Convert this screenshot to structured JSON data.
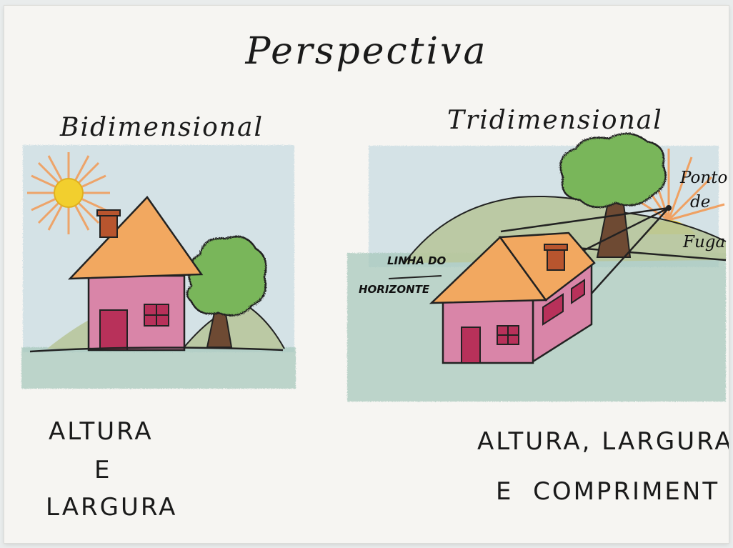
{
  "title": "Perspectiva",
  "left_panel": {
    "heading": "Bidimensional",
    "caption_lines": [
      "ALTURA",
      "E",
      "LARGURA"
    ]
  },
  "right_panel": {
    "heading": "Tridimensional",
    "horizon_label_lines": [
      "LINHA DO",
      "HORIZONTE"
    ],
    "vanishing_label_lines": [
      "Ponto",
      "de",
      "Fuga"
    ],
    "caption_lines": [
      "ALTURA, LARGURA",
      "E  COMPRIMENT"
    ]
  },
  "colors": {
    "paper": "#f6f5f2",
    "sky": "#b9d4de",
    "grass": "#a9c9bd",
    "hill": "#b8c79c",
    "wall": "#d985a8",
    "roof": "#f2a860",
    "door": "#b8315a",
    "chimney": "#b8552e",
    "tree_leaves": "#79b65a",
    "tree_trunk": "#6e4a33",
    "sun": "#f2cf2e",
    "sun_rays": "#f29a55"
  }
}
